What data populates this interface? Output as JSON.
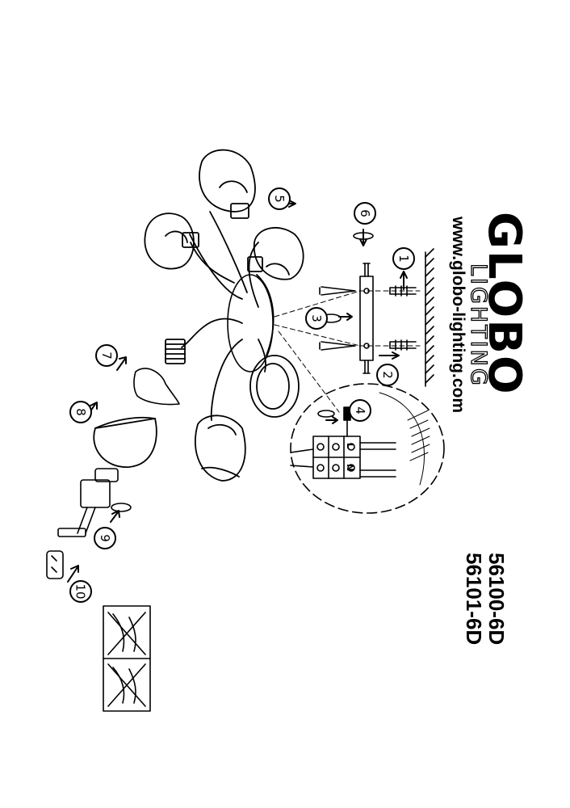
{
  "brand": {
    "logo": "GLOBO",
    "subbrand": "LIGHTING",
    "url": "www.globo-lighting.com"
  },
  "models": [
    "56100-6D",
    "56101-6D"
  ],
  "steps": [
    "1",
    "2",
    "3",
    "4",
    "5",
    "6",
    "7",
    "8",
    "9",
    "10"
  ],
  "terminal_labels": [
    "L",
    "N"
  ],
  "icons": {
    "ground": "ground-symbol-icon",
    "warning_1": "no-touch-hot-bulb-icon",
    "warning_2": "no-touch-glass-icon"
  }
}
